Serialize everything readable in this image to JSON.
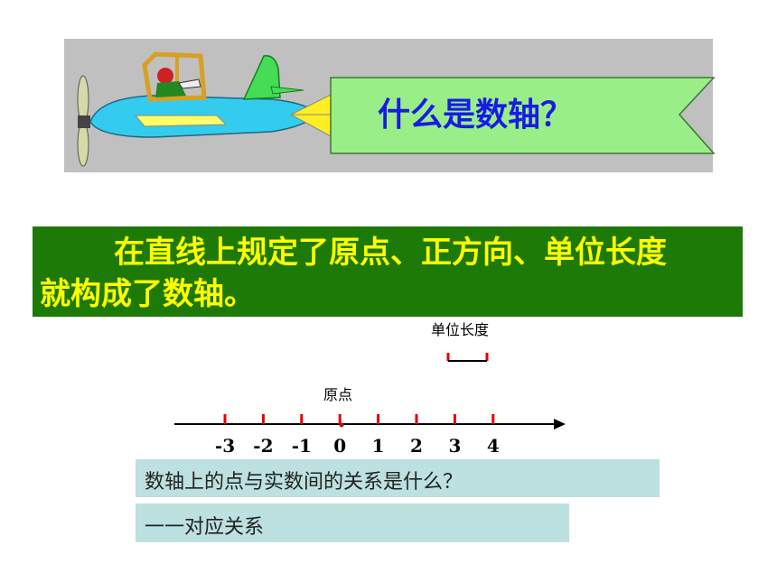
{
  "banner": {
    "title": "什么是数轴？",
    "image": "airplane-with-banner"
  },
  "definition": {
    "line1": "在直线上规定了原点、正方向、单位长度",
    "line2": "就构成了数轴。"
  },
  "number_line": {
    "unit_length_label": "单位长度",
    "origin_label": "原点",
    "ticks": [
      "-3",
      "-2",
      "-1",
      "0",
      "1",
      "2",
      "3",
      "4"
    ],
    "axis_color": "#000000",
    "tick_color": "#e00000"
  },
  "question": "数轴上的点与实数间的关系是什么？",
  "answer": "一一对应关系"
}
